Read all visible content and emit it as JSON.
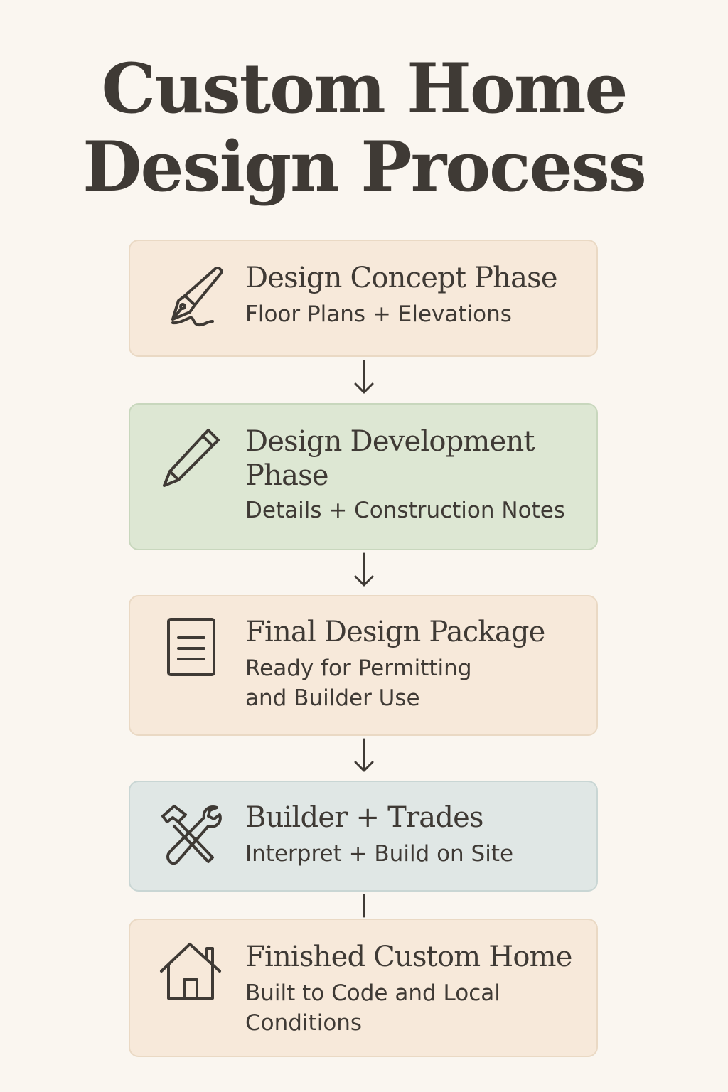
{
  "title": {
    "line1": "Custom Home",
    "line2": "Design Process"
  },
  "steps": [
    {
      "heading": "Design Concept Phase",
      "subtitle_lines": [
        "Floor Plans + Elevations"
      ],
      "icon": "pen-nib-icon",
      "color": "#f7e9da"
    },
    {
      "heading_lines": [
        "Design Development",
        "Phase"
      ],
      "subtitle_lines": [
        "Details + Construction Notes"
      ],
      "icon": "pencil-icon",
      "color": "#dde7d3"
    },
    {
      "heading": "Final Design Package",
      "subtitle_lines": [
        "Ready for Permitting",
        "and Builder Use"
      ],
      "icon": "document-icon",
      "color": "#f7e9da"
    },
    {
      "heading": "Builder + Trades",
      "subtitle_lines": [
        "Interpret + Build on Site"
      ],
      "icon": "hammer-wrench-icon",
      "color": "#e0e7e5"
    },
    {
      "heading": "Finished Custom Home",
      "subtitle_lines": [
        "Built to Code and Local",
        "Conditions"
      ],
      "icon": "house-icon",
      "color": "#f7e9da"
    }
  ],
  "colors": {
    "background": "#faf6f0",
    "text": "#3f3a35"
  }
}
